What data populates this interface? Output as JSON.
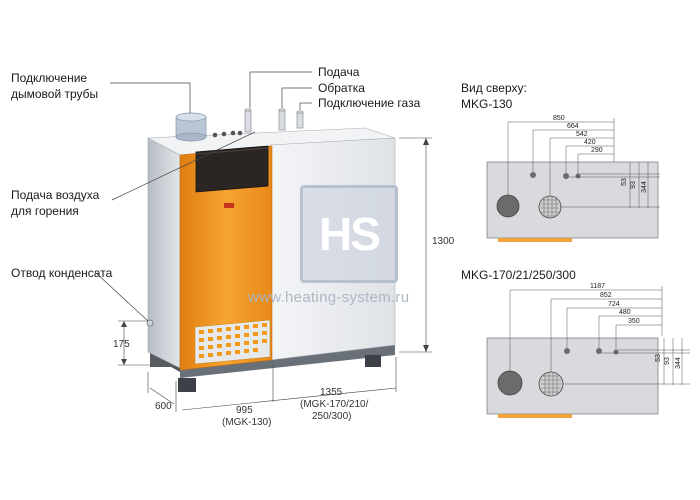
{
  "labels": {
    "chimney": [
      "Подключение",
      "дымовой трубы"
    ],
    "supply": "Подача",
    "return": "Обратка",
    "gas": "Подключение газа",
    "air": [
      "Подача воздуха",
      "для горения"
    ],
    "condensate": "Отвод конденсата"
  },
  "dimensions": {
    "height": "1300",
    "drain_height": "175",
    "depth": "600",
    "width_130": "995",
    "width_130_model": "(MGK-130)",
    "width_other": "1355",
    "width_other_model": [
      "(MGK-170/210/",
      "250/300)"
    ]
  },
  "top_view_130": {
    "title": [
      "Вид сверху:",
      "MKG-130"
    ],
    "horizontal": [
      "850",
      "664",
      "542",
      "420",
      "290"
    ],
    "vertical": [
      "53",
      "93",
      "344"
    ]
  },
  "top_view_other": {
    "title": "MKG-170/21/250/300",
    "horizontal": [
      "1187",
      "852",
      "724",
      "480",
      "350"
    ],
    "vertical": [
      "53",
      "93",
      "344"
    ]
  },
  "watermark": {
    "logo": "HS",
    "url": "www.heating-system.ru"
  },
  "colors": {
    "orange": "#f39a1e",
    "panel_light": "#eef0f2",
    "panel_shadow": "#c9cdd2",
    "base": "#5b6068"
  }
}
